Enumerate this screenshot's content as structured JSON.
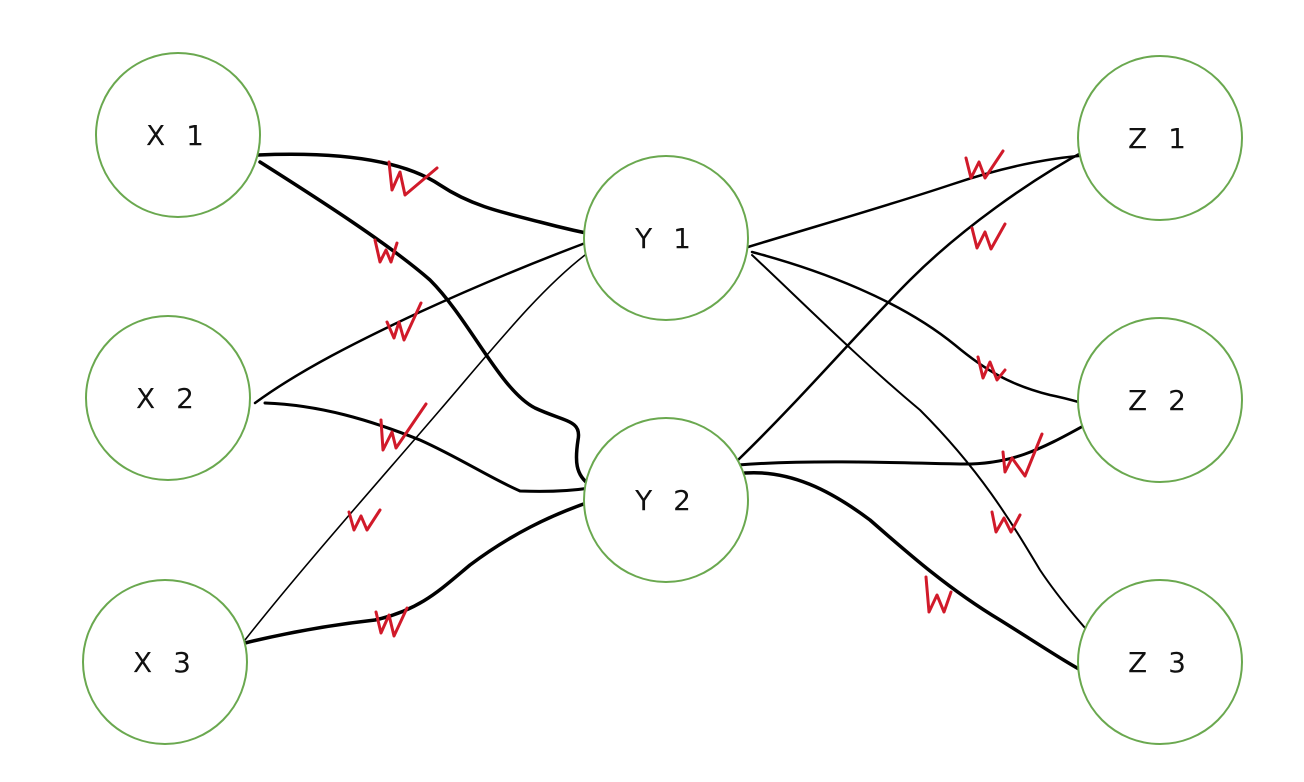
{
  "diagram": {
    "nodes": [
      {
        "id": "x1",
        "label": "X 1",
        "layer": "input"
      },
      {
        "id": "x2",
        "label": "X 2",
        "layer": "input"
      },
      {
        "id": "x3",
        "label": "X 3",
        "layer": "input"
      },
      {
        "id": "y1",
        "label": "Y 1",
        "layer": "hidden"
      },
      {
        "id": "y2",
        "label": "Y 2",
        "layer": "hidden"
      },
      {
        "id": "z1",
        "label": "Z 1",
        "layer": "output"
      },
      {
        "id": "z2",
        "label": "Z 2",
        "layer": "output"
      },
      {
        "id": "z3",
        "label": "Z 3",
        "layer": "output"
      }
    ],
    "edges": [
      {
        "from": "x1",
        "to": "y1",
        "weight": "W"
      },
      {
        "from": "x1",
        "to": "y2",
        "weight": "w"
      },
      {
        "from": "x2",
        "to": "y1",
        "weight": "W"
      },
      {
        "from": "x2",
        "to": "y2",
        "weight": "W"
      },
      {
        "from": "x3",
        "to": "y1",
        "weight": "w"
      },
      {
        "from": "x3",
        "to": "y2",
        "weight": "W"
      },
      {
        "from": "y1",
        "to": "z1",
        "weight": "w"
      },
      {
        "from": "y1",
        "to": "z2",
        "weight": "W"
      },
      {
        "from": "y1",
        "to": "z3",
        "weight": "w"
      },
      {
        "from": "y2",
        "to": "z1",
        "weight": "W"
      },
      {
        "from": "y2",
        "to": "z2",
        "weight": "W"
      },
      {
        "from": "y2",
        "to": "z3",
        "weight": "W"
      }
    ],
    "colors": {
      "node_outline": "#6aa84f",
      "edge": "#000000",
      "weight_annotation": "#d11a2a"
    }
  }
}
